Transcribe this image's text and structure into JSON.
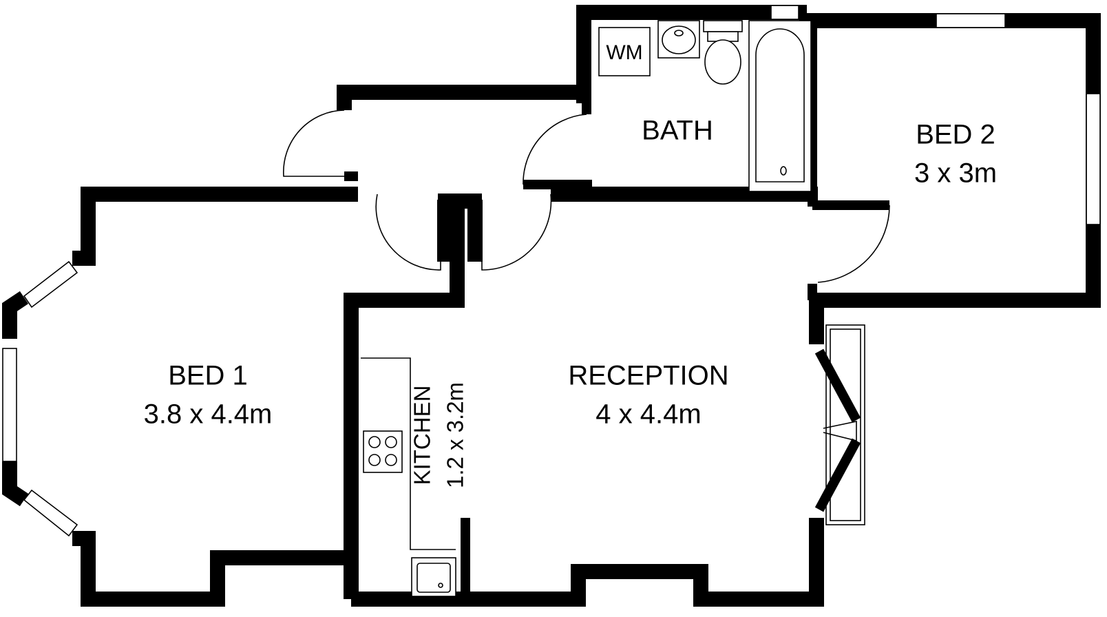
{
  "rooms": {
    "bed1": {
      "name": "BED 1",
      "size": "3.8 x 4.4m"
    },
    "bed2": {
      "name": "BED 2",
      "size": "3 x 3m"
    },
    "bath": {
      "name": "BATH"
    },
    "reception": {
      "name": "RECEPTION",
      "size": "4 x 4.4m"
    },
    "kitchen": {
      "name": "KITCHEN",
      "size": "1.2 x 3.2m"
    }
  },
  "fixtures": {
    "washing_machine": "WM"
  },
  "colors": {
    "wall": "#000000",
    "background": "#ffffff"
  }
}
